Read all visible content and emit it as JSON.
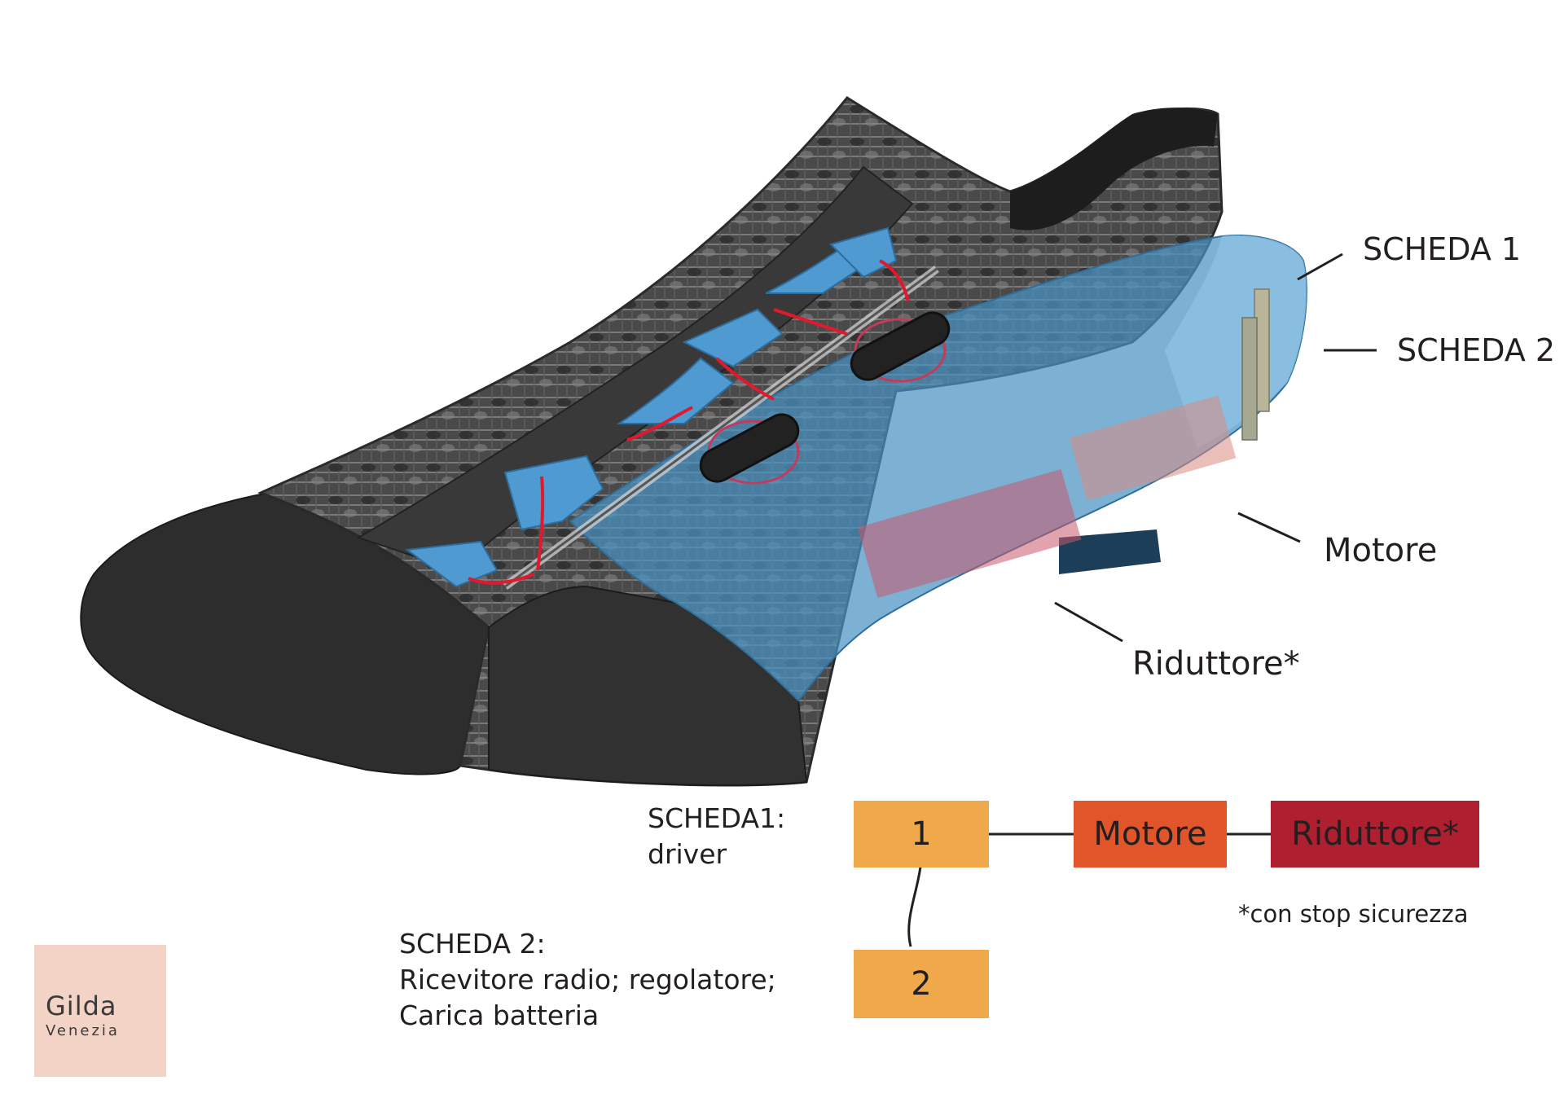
{
  "callouts": {
    "scheda1": "SCHEDA 1",
    "scheda2": "SCHEDA 2",
    "motore": "Motore",
    "riduttore": "Riduttore*"
  },
  "block_diagram": {
    "scheda1_title": "SCHEDA1:",
    "scheda1_role": "driver",
    "scheda2_title": "SCHEDA 2:",
    "scheda2_lines": [
      "Ricevitore radio; regolatore;",
      "Carica batteria"
    ],
    "blocks": {
      "one": "1",
      "two": "2",
      "motore": "Motore",
      "riduttore": "Riduttore*"
    },
    "note": "*con stop sicurezza"
  },
  "logo": {
    "line1": "Gilda",
    "line2": "Venezia"
  },
  "colors": {
    "block_board": "#f0a94a",
    "block_motor": "#e0552a",
    "block_reducer": "#ae1f2f",
    "shell_blue": "#4b93c4",
    "lace_red": "#e0192e",
    "logo_bg": "#f2d3c5"
  }
}
